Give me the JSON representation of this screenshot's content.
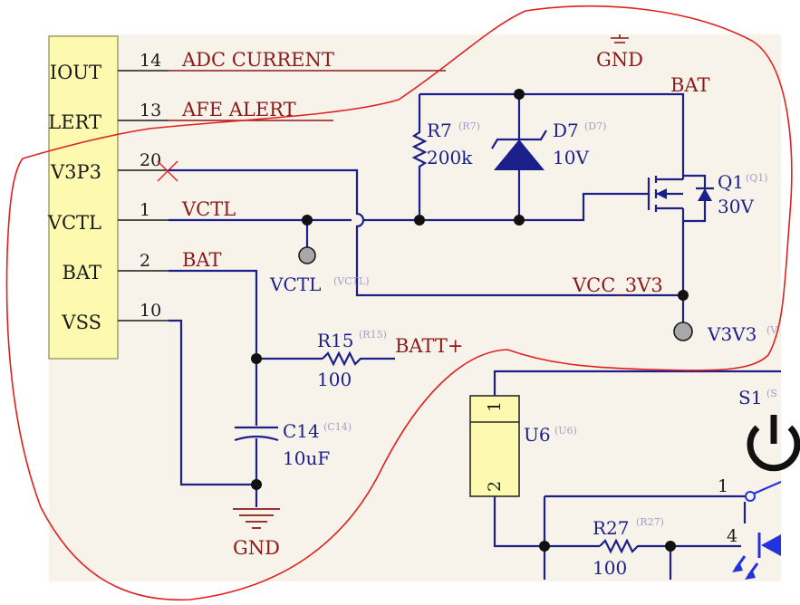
{
  "colors": {
    "background": "#f7f3ea",
    "header_box": "#fdfab0",
    "wire": "#1b1f8a",
    "net_label": "#8b1a1a",
    "annotation": "#e02020"
  },
  "connector": {
    "pins": [
      {
        "name": "IOUT",
        "number": "14",
        "net": "ADC CURRENT"
      },
      {
        "name": "LERT",
        "number": "13",
        "net": "AFE ALERT"
      },
      {
        "name": "V3P3",
        "number": "20",
        "net": ""
      },
      {
        "name": "VCTL",
        "number": "1",
        "net": "VCTL"
      },
      {
        "name": "BAT",
        "number": "2",
        "net": "BAT"
      },
      {
        "name": "VSS",
        "number": "10",
        "net": ""
      }
    ]
  },
  "components": {
    "r7": {
      "designator": "R7",
      "ghost": "(R7)",
      "value": "200k"
    },
    "d7": {
      "designator": "D7",
      "ghost": "(D7)",
      "value": "10V"
    },
    "q1": {
      "designator": "Q1",
      "ghost": "(Q1)",
      "value": "30V"
    },
    "r15": {
      "designator": "R15",
      "ghost": "(R15)",
      "value": "100"
    },
    "c14": {
      "designator": "C14",
      "ghost": "(C14)",
      "value": "10uF"
    },
    "u6": {
      "designator": "U6",
      "ghost": "(U6)",
      "pin1": "1",
      "pin2": "2"
    },
    "s1": {
      "designator": "S1",
      "ghost": "(S",
      "pin1": "1",
      "pin4": "4"
    },
    "r27": {
      "designator": "R27",
      "ghost": "(R27)",
      "value": "100"
    }
  },
  "nets": {
    "gnd_top": "GND",
    "gnd_bottom": "GND",
    "bat_top": "BAT",
    "vcc_3v3": "VCC_3V3",
    "batt_plus": "BATT+",
    "vctl_port": "VCTL",
    "vctl_port_ghost": "(VCTL)",
    "v3v3_port": "V3V3",
    "v3v3_port_ghost": "(V"
  }
}
